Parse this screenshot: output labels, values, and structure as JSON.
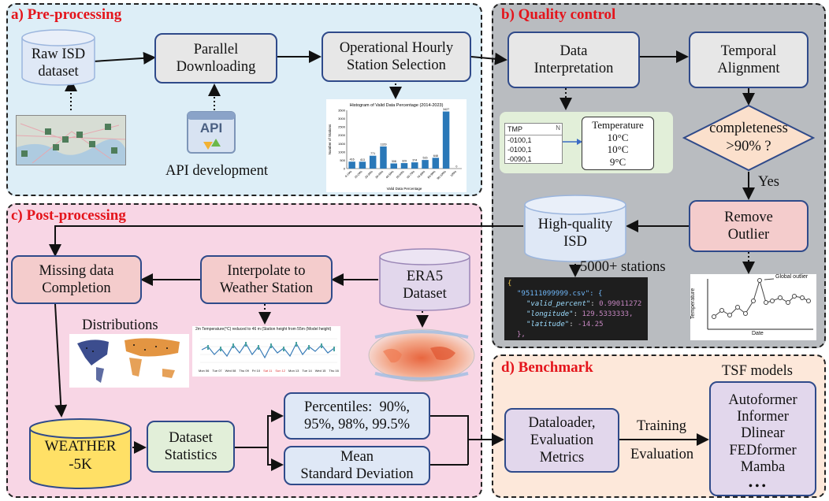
{
  "panels": {
    "a": "a) Pre-processing",
    "b": "b) Quality control",
    "c": "c) Post-processing",
    "d": "d) Benchmark"
  },
  "nodes": {
    "raw_isd": "Raw ISD\ndataset",
    "parallel_downloading": "Parallel\nDownloading",
    "station_selection": "Operational Hourly\nStation Selection",
    "api_label": "API",
    "api_development": "API development",
    "data_interpretation": "Data\nInterpretation",
    "temporal_alignment": "Temporal\nAlignment",
    "completeness": "completeness\n>90% ?",
    "yes": "Yes",
    "remove_outlier": "Remove\nOutlier",
    "high_quality_isd": "High-quality\nISD",
    "stations_count": "5000+ stations",
    "missing_data": "Missing data\nCompletion",
    "interpolate": "Interpolate to\nWeather Station",
    "era5": "ERA5\nDataset",
    "distributions": "Distributions",
    "weather5k": "WEATHER\n-5K",
    "dataset_statistics": "Dataset\nStatistics",
    "percentiles": "Percentiles:  90%,\n95%, 98%, 99.5%",
    "mean_std": "Mean\nStandard Deviation",
    "dataloader": "Dataloader,\nEvaluation\nMetrics",
    "training": "Training",
    "evaluation": "Evaluation",
    "tsf_models": "TSF models",
    "models": "Autoformer\nInformer\nDlinear\nFEDformer\nMamba",
    "dots": "• • •"
  },
  "histogram": {
    "title": "Histogram of Valid Data Percentage (2014-2023)",
    "xlabel": "Valid Data Percentage",
    "ylabel": "Number of Stations",
    "categories": [
      "0-10%",
      "10-20%",
      "20-30%",
      "30-40%",
      "40-50%",
      "50-60%",
      "60-70%",
      "70-80%",
      "80-90%",
      "90-100%",
      "100%"
    ],
    "values": [
      416,
      413,
      771,
      1329,
      308,
      329,
      374,
      515,
      648,
      3427,
      0
    ],
    "yticks": [
      "0",
      "500",
      "1000",
      "1500",
      "2000",
      "2500",
      "3000",
      "3500"
    ],
    "bar_color": "#2a78b8"
  },
  "tmp_table": {
    "header": "TMP",
    "corner": "N",
    "rows": [
      "-0100,1",
      "-0100,1",
      "-0090,1"
    ]
  },
  "temperature_box": {
    "title": "Temperature",
    "values": [
      "10°C",
      "10°C",
      "9°C"
    ]
  },
  "outlier_plot": {
    "annotation": "Global outlier",
    "xlabel": "Date",
    "ylabel": "Temperature"
  },
  "json_snippet": {
    "open": "{",
    "key": "\"95111099999.csv\": {",
    "valid_percent_key": "\"valid_percent\"",
    "valid_percent_val": "0.99011272",
    "longitude_key": "\"longitude\"",
    "longitude_val": "129.5333333,",
    "latitude_key": "\"latitude\"",
    "latitude_val": "-14.25",
    "close": "},"
  },
  "temp_series_title": "2m Temperature(°C) reduced to 46 m (Station height from 55m (Model height)",
  "temp_series_ticks": [
    "Mon 06",
    "Tue 07",
    "Wed 08",
    "Thu 09",
    "Fri 10",
    "Sat 11",
    "Sun 12",
    "Mon 13",
    "Tue 14",
    "Wed 15",
    "Thu 16"
  ],
  "colors": {
    "panel_a": "#ddeef7",
    "panel_b": "#b9bcc0",
    "panel_c": "#f8d6e5",
    "panel_d": "#fde8da",
    "title_red": "#e4141b",
    "box_border": "#2f4a8a",
    "diamond": "#fbe0cc",
    "weather5k": "#ffe066"
  }
}
